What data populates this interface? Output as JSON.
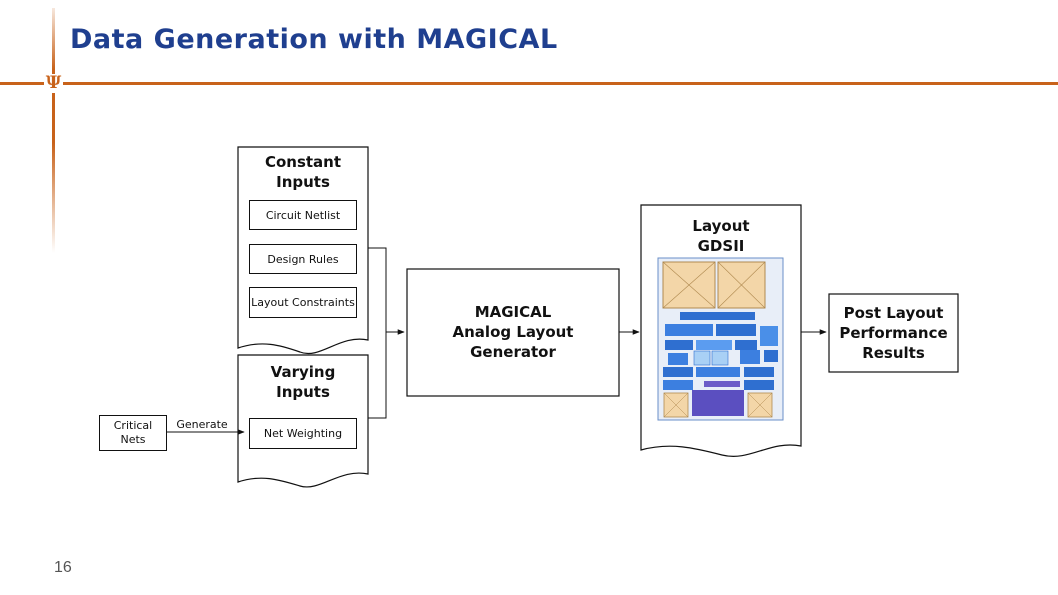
{
  "slide": {
    "title": "Data Generation with MAGICAL",
    "page_number": "16",
    "logo_glyph": "Ψ"
  },
  "diagram": {
    "constant_inputs": {
      "title_line1": "Constant",
      "title_line2": "Inputs",
      "items": [
        "Circuit Netlist",
        "Design Rules",
        "Layout Constraints"
      ]
    },
    "varying_inputs": {
      "title_line1": "Varying",
      "title_line2": "Inputs",
      "items": [
        "Net Weighting"
      ]
    },
    "critical_nets": {
      "line1": "Critical",
      "line2": "Nets"
    },
    "generate_label": "Generate",
    "generator": {
      "line1": "MAGICAL",
      "line2": "Analog Layout",
      "line3": "Generator"
    },
    "layout_output": {
      "line1": "Layout",
      "line2": "GDSII"
    },
    "results": {
      "line1": "Post Layout",
      "line2": "Performance",
      "line3": "Results"
    },
    "colors": {
      "title": "#1f3f8f",
      "accent": "#c8621a",
      "layout_blue": "#2f6fd0",
      "layout_tan": "#f3d6a8"
    }
  }
}
